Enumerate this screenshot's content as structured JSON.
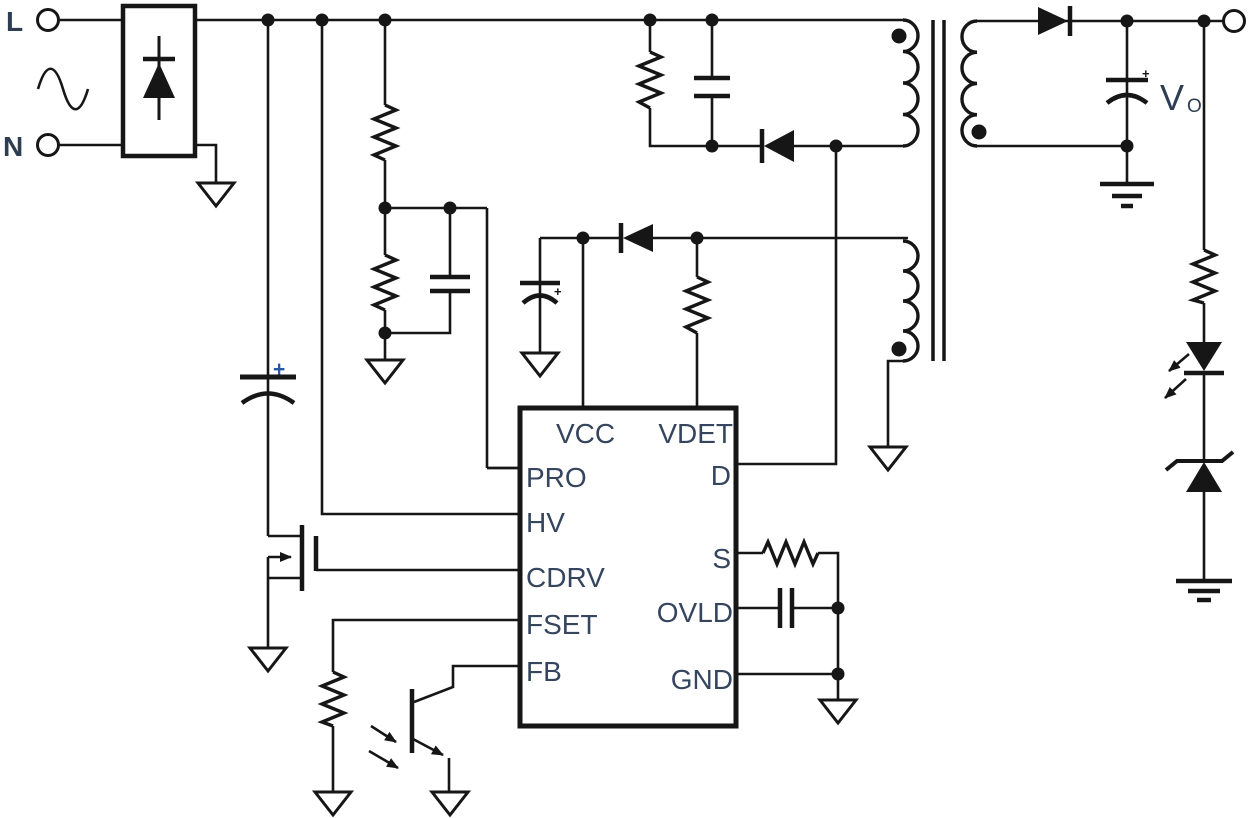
{
  "terminals": {
    "line": "L",
    "neutral": "N"
  },
  "output_label": {
    "symbol": "V",
    "subscript": "O"
  },
  "polarity": {
    "bulk_cap": "+",
    "vcc_cap": "+",
    "output_cap": "+"
  },
  "ic": {
    "pins_top": [
      "VCC",
      "VDET"
    ],
    "pins_left": [
      "PRO",
      "HV",
      "CDRV",
      "FSET",
      "FB"
    ],
    "pins_right": [
      "D",
      "S",
      "OVLD",
      "GND"
    ]
  },
  "colors": {
    "wire": "#161616",
    "pin_label": "#35455e",
    "io_label": "#2e3d52",
    "accent_plus": "#2458a6",
    "background": "#ffffff"
  }
}
